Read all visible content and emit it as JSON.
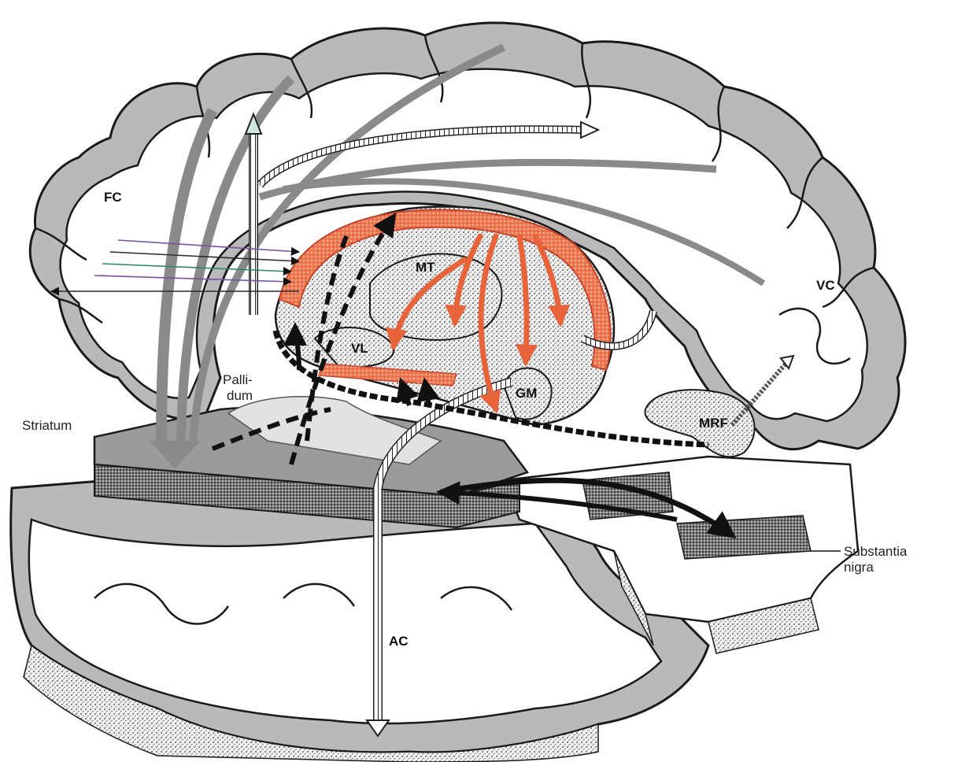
{
  "labels": {
    "fc": "FC",
    "mt": "MT",
    "vl": "VL",
    "gm": "GM",
    "mrf": "MRF",
    "vc": "VC",
    "ac": "AC",
    "pallidum_line1": "Palli-",
    "pallidum_line2": "dum",
    "striatum": "Striatum",
    "substantia_line1": "Substantia",
    "substantia_line2": "nigra"
  },
  "colors": {
    "cortex_gray": "#b9b9b9",
    "outline": "#1a1a1a",
    "thalamus_orange": "#e8623a",
    "white_matter": "#ffffff",
    "stipple": "#3a3a3a"
  }
}
